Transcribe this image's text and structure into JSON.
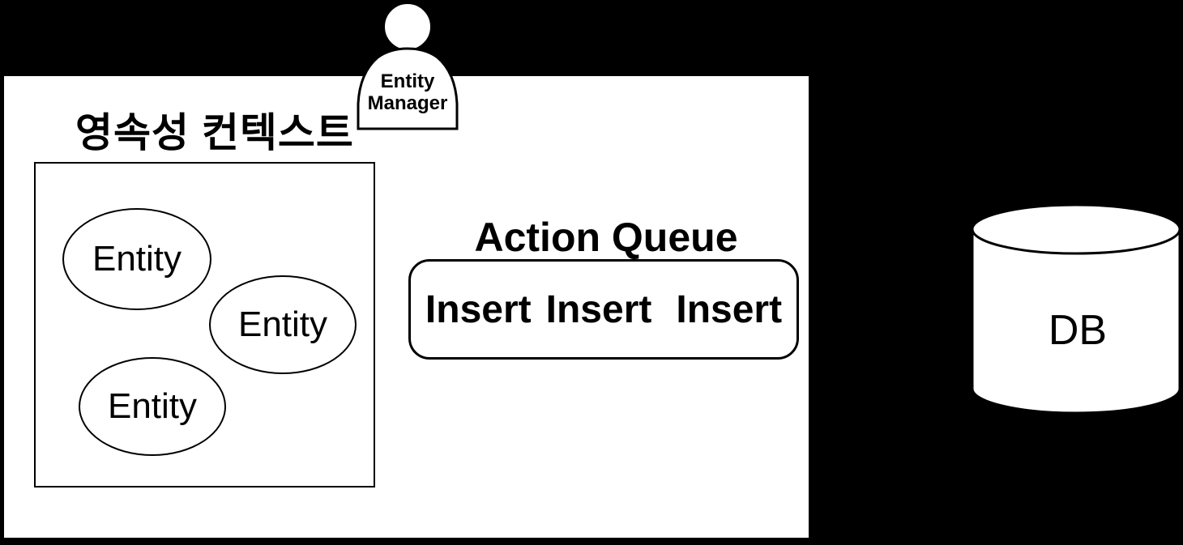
{
  "diagram": {
    "background_color": "#000000",
    "surface_color": "#ffffff",
    "stroke_color": "#000000"
  },
  "persistence_context": {
    "title": "영속성 컨텍스트",
    "entities": [
      {
        "label": "Entity"
      },
      {
        "label": "Entity"
      },
      {
        "label": "Entity"
      }
    ]
  },
  "entity_manager": {
    "line1": "Entity",
    "line2": "Manager"
  },
  "action_queue": {
    "title": "Action Queue",
    "items": [
      "Insert",
      "Insert",
      "Insert"
    ]
  },
  "database": {
    "label": "DB"
  }
}
